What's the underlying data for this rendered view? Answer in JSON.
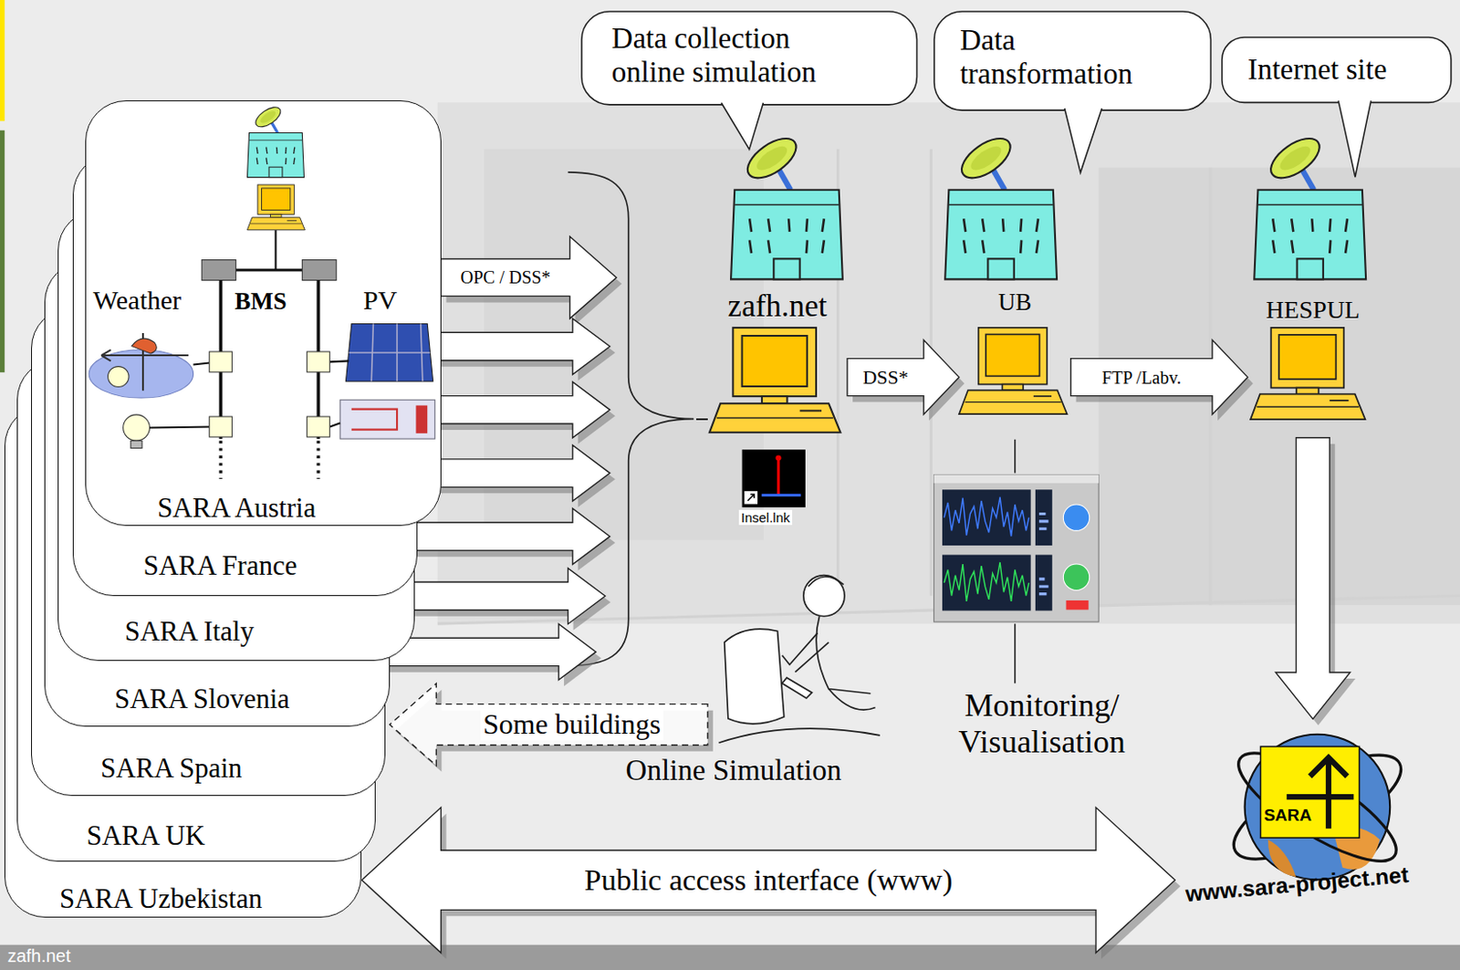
{
  "diagram": {
    "nodes": [
      {
        "text": [
          "SARA Austria"
        ]
      },
      {
        "text": [
          "SARA France"
        ]
      },
      {
        "text": [
          "SARA Italy"
        ]
      },
      {
        "text": [
          "SARA Slovenia"
        ]
      },
      {
        "text": [
          "SARA Spain"
        ]
      },
      {
        "text": [
          "SARA UK"
        ]
      },
      {
        "text": [
          "SARA Uzbekistan"
        ]
      },
      {
        "text": [
          "Data collection online simulation"
        ]
      },
      {
        "text": [
          "Data transformation"
        ]
      },
      {
        "text": [
          "Internet site"
        ]
      },
      {
        "text": [
          "zafh.net"
        ]
      },
      {
        "text": [
          "UB"
        ]
      },
      {
        "text": [
          "HESPUL"
        ]
      },
      {
        "text": [
          "SARA",
          "www.sara-project.net"
        ]
      }
    ],
    "edges": [
      {
        "from": 0,
        "to": 10,
        "arrow": "to",
        "label": "OPC / DSS*"
      },
      {
        "from": 1,
        "to": 10,
        "arrow": "to"
      },
      {
        "from": 2,
        "to": 10,
        "arrow": "to"
      },
      {
        "from": 3,
        "to": 10,
        "arrow": "to"
      },
      {
        "from": 4,
        "to": 10,
        "arrow": "to"
      },
      {
        "from": 5,
        "to": 10,
        "arrow": "to"
      },
      {
        "from": 6,
        "to": 10,
        "arrow": "to"
      },
      {
        "from": 10,
        "to": 3,
        "arrow": "to",
        "label": "Some buildings"
      },
      {
        "from": 10,
        "to": 11,
        "arrow": "to",
        "label": "DSS*"
      },
      {
        "from": 11,
        "to": 12,
        "arrow": "to",
        "label": "FTP /Labv."
      },
      {
        "from": 12,
        "to": 13,
        "arrow": "to"
      },
      {
        "from": 6,
        "to": 13,
        "arrow": "both",
        "label": "Public access interface (www)"
      }
    ],
    "labels": [
      "Weather",
      "BMS",
      "PV",
      "Insel.lnk",
      "Online Simulation",
      "Monitoring/ Visualisation",
      "zafh.net"
    ]
  }
}
